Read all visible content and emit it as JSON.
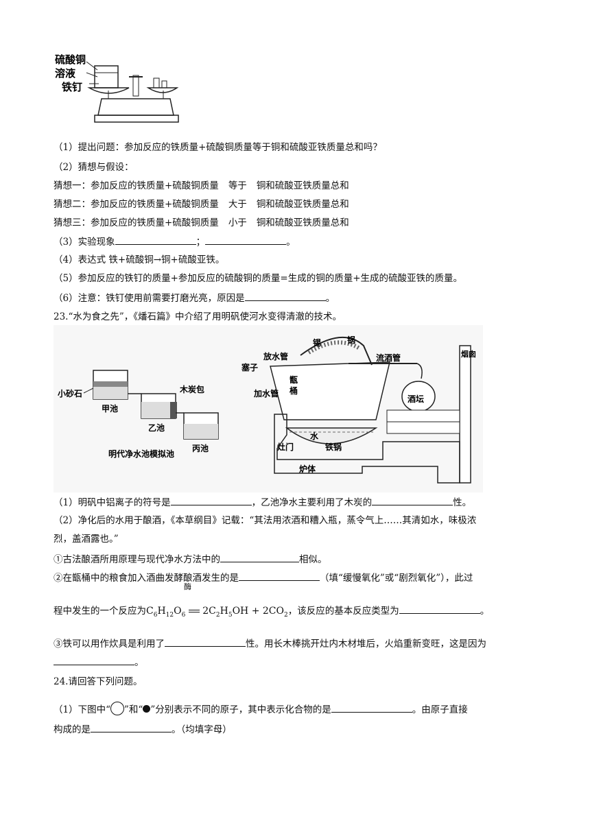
{
  "figure1": {
    "labels": [
      "硫酸铜",
      "溶液",
      "铁钉"
    ]
  },
  "q22": {
    "l1": "（1）提出问题：参加反应的铁质量+硫酸铜质量等于铜和硫酸亚铁质量总和吗？",
    "l2": "（2）猜想与假设：",
    "g1a": "猜想一：参加反应的铁质量+硫酸铜质量",
    "g1b": "等于",
    "g1c": "铜和硫酸亚铁质量总和",
    "g2a": "猜想二：参加反应的铁质量+硫酸铜质量",
    "g2b": "大于",
    "g2c": "铜和硫酸亚铁质量总和",
    "g3a": "猜想三：参加反应的铁质量+硫酸铜质量",
    "g3b": "小于",
    "g3c": "铜和硫酸亚铁质量总和",
    "l3a": "（3）实验现象",
    "l3b": "；",
    "l3c": "。",
    "l4": "（4）表达式   铁+硫酸铜→铜+硫酸亚铁。",
    "l5": "（5）参加反应的铁钉的质量+参加反应的硫酸铜的质量=生成的铜的质量+生成的硫酸亚铁的质量。",
    "l6a": "（6）注意：铁钉使用前需要打磨光亮，原因是",
    "l6b": "。"
  },
  "q23": {
    "title": "23.“水为食之先”，《燔石篇》中介绍了用明矾使河水变得清澈的技术。",
    "figure": {
      "left_labels": [
        "小砂石",
        "甲池",
        "木炭包",
        "乙池",
        "丙池"
      ],
      "left_caption": "明代净水池模拟池",
      "right_labels": [
        "锡",
        "锅",
        "放水管",
        "塞子",
        "流酒管",
        "烟囱",
        "加水管",
        "甑",
        "桶",
        "酒坛",
        "水",
        "灶门",
        "铁锅",
        "炉体"
      ]
    },
    "l1a": "（1）明矾中铝离子的符号是",
    "l1b": "，乙池净水主要利用了木炭的",
    "l1c": "性。",
    "l2a": "（2）净化后的水用于酿酒，《本草纲目》记载：“其法用浓酒和糟入瓶，蒸令气上……其清如水，味极浓",
    "l2b": "烈，盖酒露也。”",
    "c1a": "①古法酿酒所用原理与现代净水方法中的",
    "c1b": "相似。",
    "c2a": "②在甑桶中的粮食加入酒曲发酵酿酒发生的是",
    "c2b": "（填“缓慢氧化”或“剧烈氧化”），此过",
    "c2c": "程中发生的一个反应为",
    "enzyme": "酶",
    "c2d": "，该反应的基本反应类型为",
    "c2e": "。",
    "c3a": "③铁可以用作炊具是利用了",
    "c3b": "性。用长木棒挑开灶内木材堆后，火焰重新变旺，这是因为",
    "c3c": "。"
  },
  "q24": {
    "title": "24.请回答下列问题。",
    "l1a": "（1）下图中“",
    "l1b": "”和“",
    "l1c": "”分别表示不同的原子，其中表示化合物的是",
    "l1d": "。由原子直接",
    "l2a": "构成的是",
    "l2b": "。（均填字母）"
  }
}
